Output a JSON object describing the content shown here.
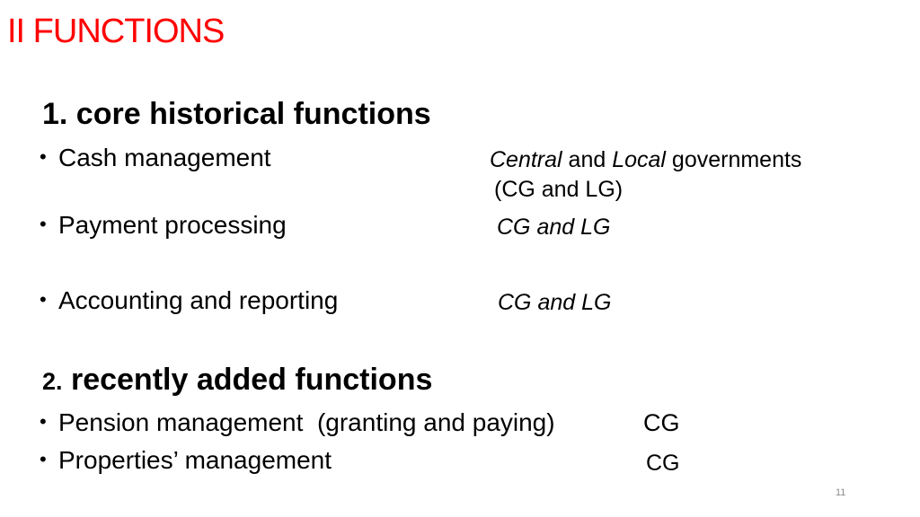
{
  "title": "II FUNCTIONS",
  "section1": {
    "heading": "1. core historical functions",
    "items": [
      {
        "label": "Cash management",
        "note_central": "Central",
        "note_and": " and ",
        "note_local": "Local",
        "note_governments": " governments",
        "note_line2": "(CG and LG)"
      },
      {
        "label": "Payment processing",
        "note": "CG and LG"
      },
      {
        "label": "Accounting and reporting",
        "note": "CG and LG"
      }
    ]
  },
  "section2": {
    "heading_number": "2.",
    "heading_text": " recently added functions",
    "items": [
      {
        "label": "Pension management  (granting and paying)",
        "note": "CG"
      },
      {
        "label": "Properties’ management",
        "note": "CG"
      }
    ]
  },
  "bullet_glyph": "•",
  "page_number": "11",
  "colors": {
    "title": "#ff0000",
    "text": "#000000",
    "page_number": "#8c8c8c"
  }
}
